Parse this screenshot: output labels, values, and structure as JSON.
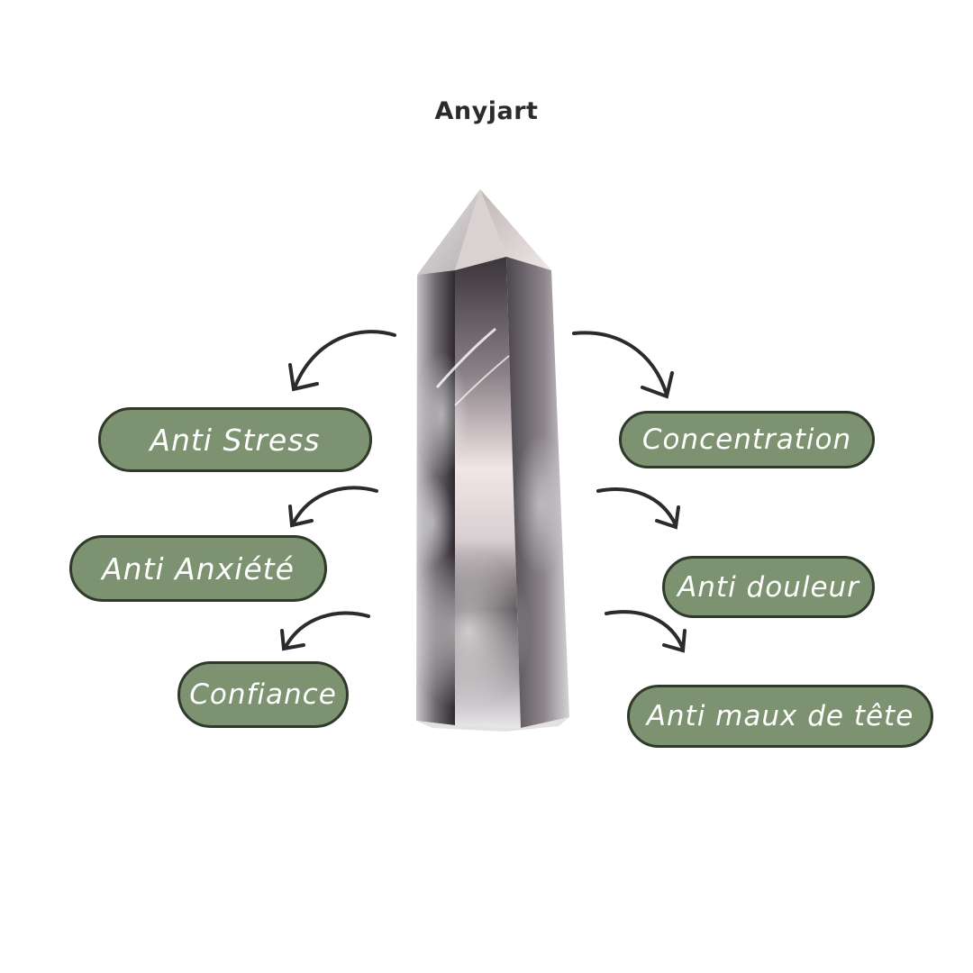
{
  "brand": {
    "name": "Anyjart"
  },
  "product": {
    "icon": "quartz-crystal-point-icon"
  },
  "benefits": {
    "left": [
      {
        "label": "Anti Stress"
      },
      {
        "label": "Anti Anxiété"
      },
      {
        "label": "Confiance"
      }
    ],
    "right": [
      {
        "label": "Concentration"
      },
      {
        "label": "Anti douleur"
      },
      {
        "label": "Anti maux de tête"
      }
    ]
  },
  "colors": {
    "pill_fill": "#7d9270",
    "pill_border": "#2f3a2b",
    "pill_text": "#ffffff",
    "arrow": "#2b2b2b",
    "brand_text": "#2b2b2b"
  }
}
